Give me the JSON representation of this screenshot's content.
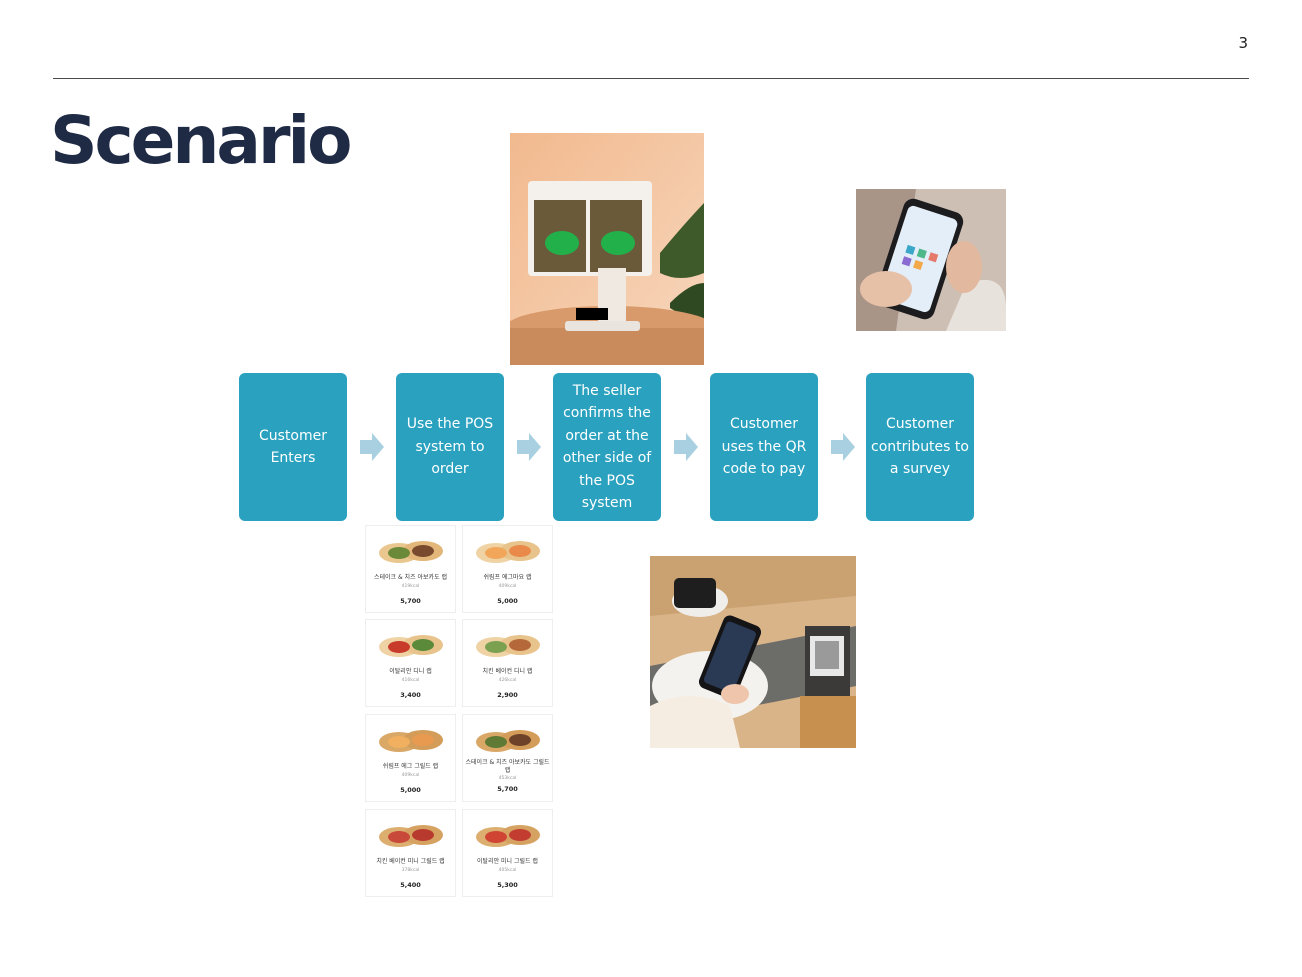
{
  "page": {
    "number": "3",
    "title": "Scenario"
  },
  "steps": [
    {
      "label": "Customer Enters"
    },
    {
      "label": "Use the POS system to order"
    },
    {
      "label": "The seller confirms the order at the other side of the POS system"
    },
    {
      "label": "Customer uses the QR code to pay"
    },
    {
      "label": "Customer contributes to a survey"
    }
  ],
  "menu": {
    "items": [
      {
        "name": "스테이크 & 치즈 아보카도 랩",
        "kcal": "419kcal",
        "price": "5,700"
      },
      {
        "name": "쉬림프 에그마요 랩",
        "kcal": "409kcal",
        "price": "5,000"
      },
      {
        "name": "이탈리안 디니 랩",
        "kcal": "416kcal",
        "price": "3,400"
      },
      {
        "name": "치킨 베이컨 디니 랩",
        "kcal": "426kcal",
        "price": "2,900"
      },
      {
        "name": "쉬림프 에그 그릴드 랩",
        "kcal": "409kcal",
        "price": "5,000"
      },
      {
        "name": "스테이크 & 치즈 아보카도 그릴드 랩",
        "kcal": "453kcal",
        "price": "5,700"
      },
      {
        "name": "치킨 베이컨 미니 그릴드 랩",
        "kcal": "378kcal",
        "price": "5,400"
      },
      {
        "name": "이탈리안 미니 그릴드 랩",
        "kcal": "405kcal",
        "price": "5,300"
      }
    ]
  },
  "colors": {
    "step_fill": "#2aa1bf",
    "arrow_fill": "#a8d0e0",
    "title_color": "#1f2a44"
  },
  "icons": {
    "arrow": "right-arrow-icon"
  }
}
